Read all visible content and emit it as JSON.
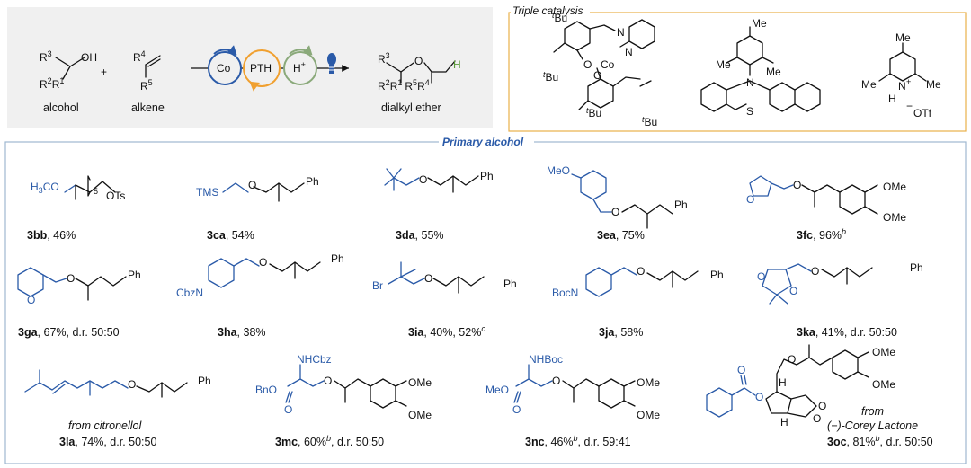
{
  "scheme": {
    "reactants": {
      "alcohol_atoms": {
        "r3": "R",
        "r3_sup": "3",
        "oh": "OH",
        "r2": "R",
        "r2_sup": "2",
        "r1": "R",
        "r1_sup": "1"
      },
      "plus": "+",
      "alkene_atoms": {
        "r4": "R",
        "r4_sup": "4",
        "r5": "R",
        "r5_sup": "5"
      },
      "alcohol_label": "alcohol",
      "alkene_label": "alkene"
    },
    "catalysts": {
      "co": "Co",
      "pth": "PTH",
      "h": "H",
      "h_sup": "+"
    },
    "product": {
      "label": "dialkyl ether",
      "o": "O",
      "h": "H",
      "r3": "R",
      "r3_sup": "3",
      "r2r1": "R",
      "r2_sup": "2",
      "r1": "R",
      "r1_sup": "1",
      "r5": "R",
      "r5_sup": "5",
      "r4": "R",
      "r4_sup": "4"
    },
    "colors": {
      "co_ring": "#2a5aa8",
      "pth_ring": "#f0a030",
      "h_ring": "#8aa97a",
      "product_h": "#5a9a3a",
      "panel_bg": "#f0f0f0",
      "frame": "#e8b04a",
      "box_border": "#9fb8d0",
      "blue": "#2a5aa8"
    }
  },
  "triple_catalysis": {
    "title": "Triple catalysis",
    "salen": {
      "tbu_prefix": "t",
      "tbu": "Bu",
      "n": "N",
      "o": "O",
      "co": "Co"
    },
    "pth": {
      "me": "Me",
      "n": "N",
      "s": "S"
    },
    "collidinium": {
      "me": "Me",
      "n": "N",
      "plus": "+",
      "h": "H",
      "otf": "OTf",
      "minus": "−"
    }
  },
  "section": {
    "title": "Primary alcohol"
  },
  "atoms": {
    "o": "O",
    "ph": "Ph",
    "ome": "OMe",
    "meo": "MeO",
    "h3co": "H",
    "h3co_sub": "3",
    "h3co_tail": "CO",
    "n_five": "5",
    "ots": "OTs",
    "tms": "TMS",
    "br": "Br",
    "cbzn": "CbzN",
    "bocn": "BocN",
    "nhcbz": "NHCbz",
    "nhboc": "NHBoc",
    "bno": "BnO",
    "meo_ester": "MeO",
    "h": "H"
  },
  "compounds": [
    {
      "id": "3bb",
      "text": ", 46%"
    },
    {
      "id": "3ca",
      "text": ", 54%"
    },
    {
      "id": "3da",
      "text": ", 55%"
    },
    {
      "id": "3ea",
      "text": ", 75%"
    },
    {
      "id": "3fc",
      "text": ", 96%",
      "sup": "b"
    },
    {
      "id": "3ga",
      "text": ", 67%, d.r. 50:50"
    },
    {
      "id": "3ha",
      "text": ", 38%"
    },
    {
      "id": "3ia",
      "text": ", 40%, 52%",
      "sup": "c"
    },
    {
      "id": "3ja",
      "text": ", 58%"
    },
    {
      "id": "3ka",
      "text": ", 41%, d.r. 50:50"
    },
    {
      "id": "3la",
      "text": ", 74%, d.r. 50:50",
      "note": "from citronellol"
    },
    {
      "id": "3mc",
      "text": ", 60%",
      "sup": "b",
      "tail": ", d.r. 50:50"
    },
    {
      "id": "3nc",
      "text": ", 46%",
      "sup": "b",
      "tail": ", d.r. 59:41"
    },
    {
      "id": "3oc",
      "text": ", 81%",
      "sup": "b",
      "tail": ", d.r. 50:50",
      "note1": "from",
      "note2": "(−)-Corey Lactone"
    }
  ]
}
